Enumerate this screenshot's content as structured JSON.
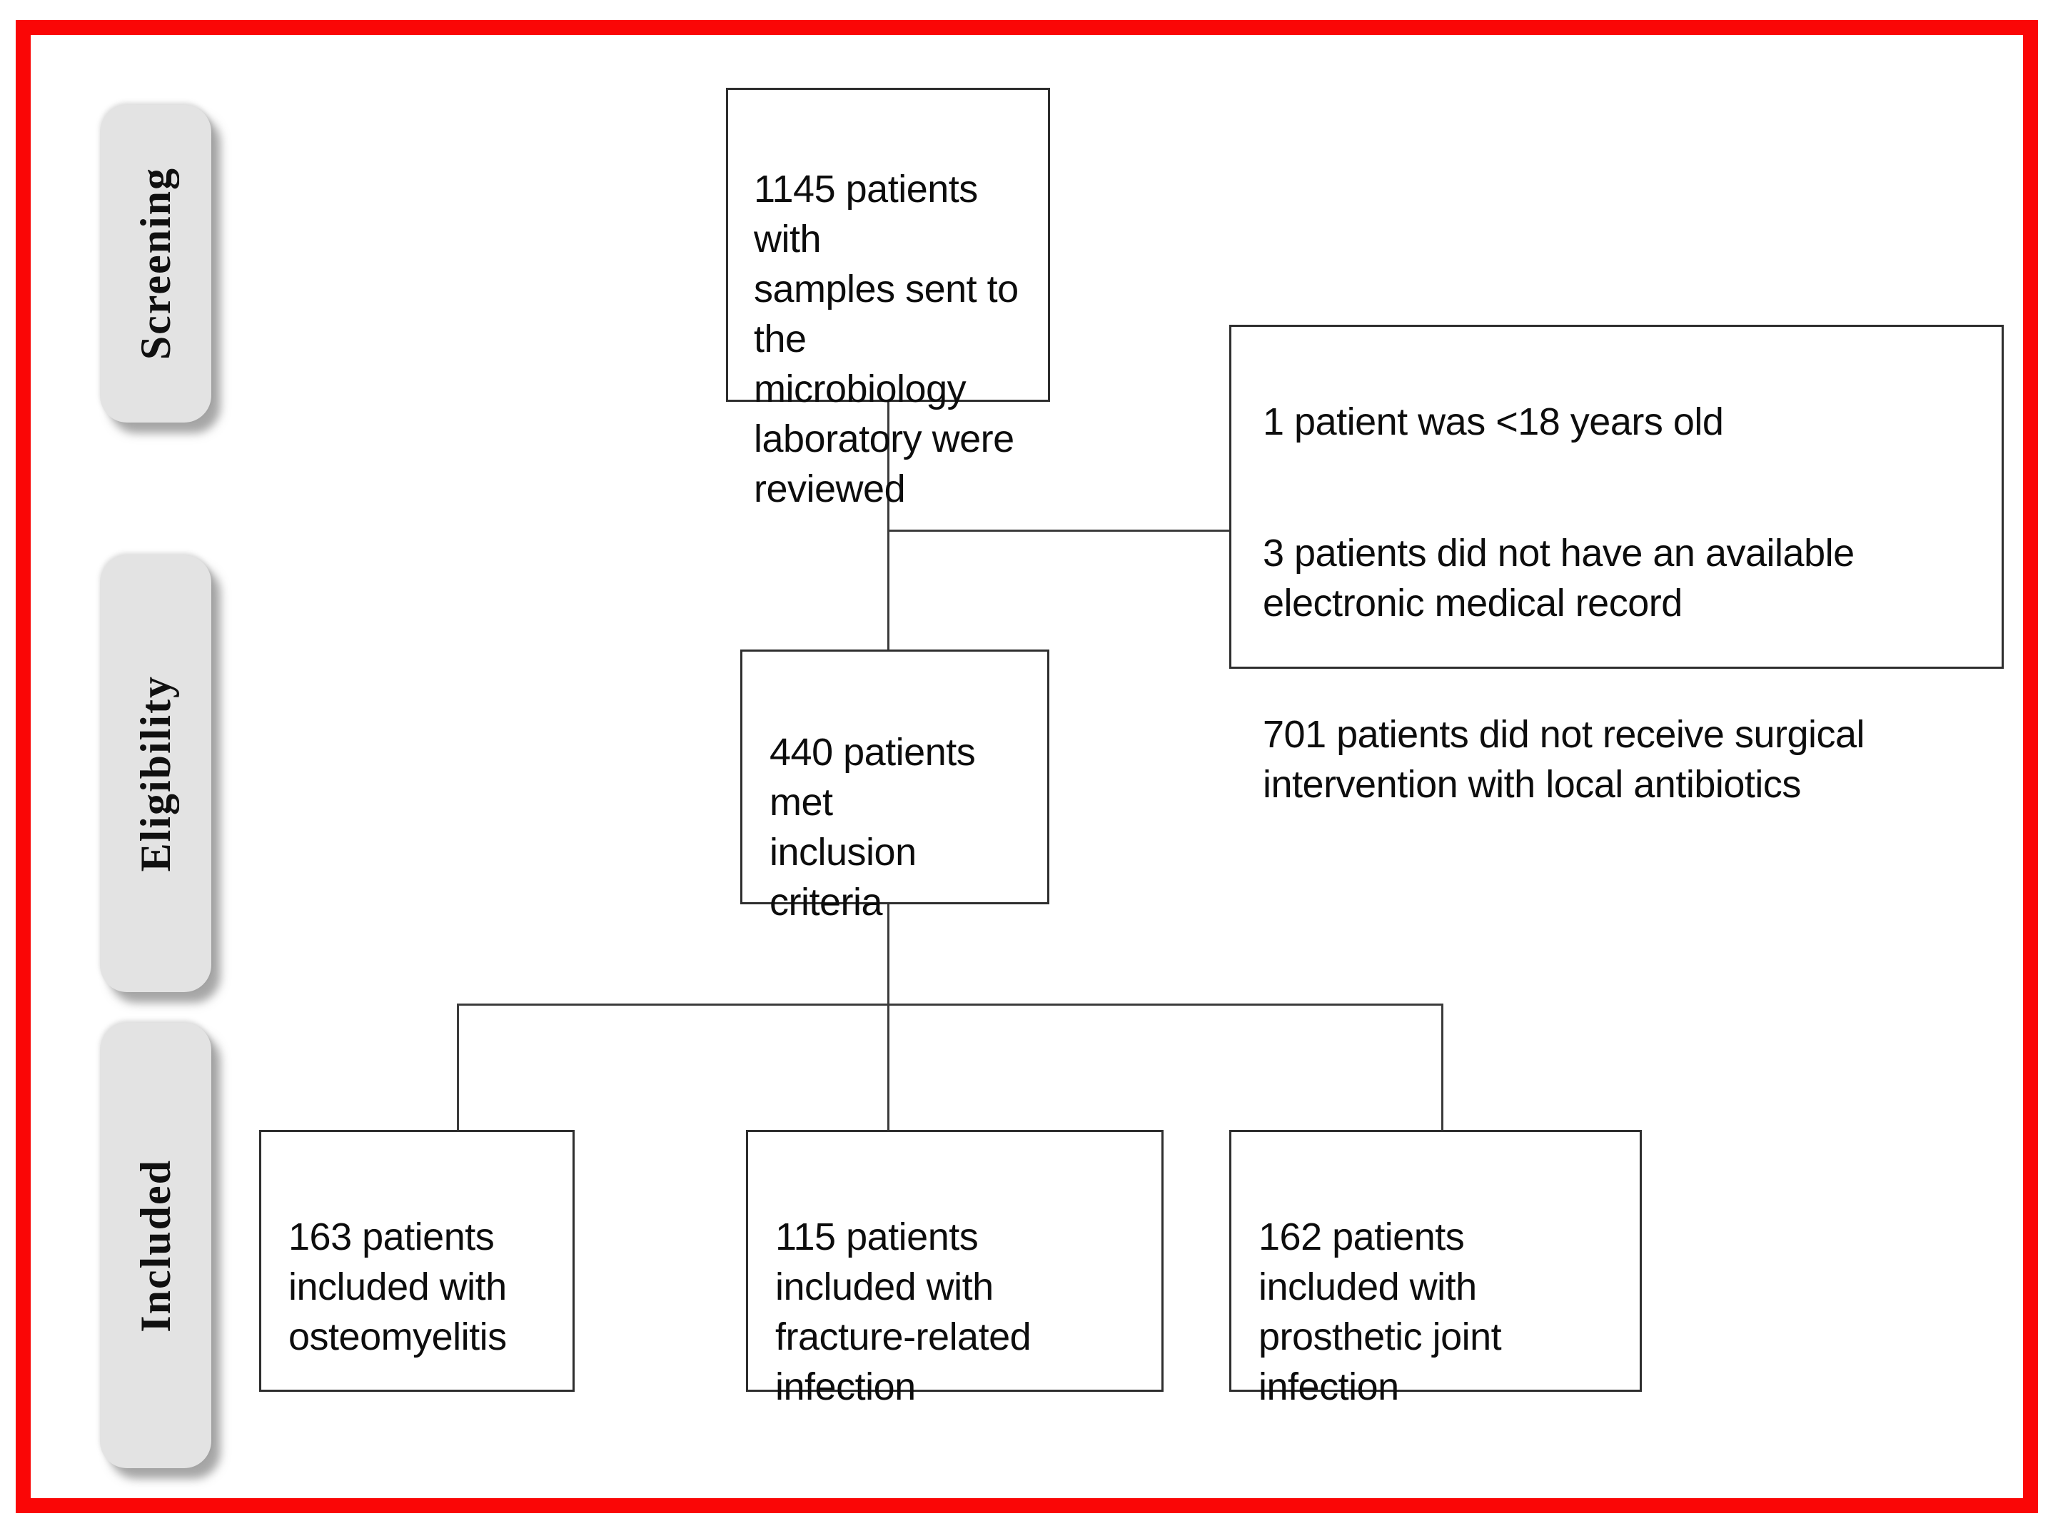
{
  "figure": {
    "type": "flow-diagram",
    "description": "Patient screening, eligibility and inclusion flowchart"
  },
  "colors": {
    "frame-red": "#fa0606",
    "stage-gray": "#e3e3e3",
    "line": "#3b3b3b",
    "box-border": "#2e2e2e",
    "text": "#0d0d0d"
  },
  "stages": [
    {
      "label": "Screening"
    },
    {
      "label": "Eligibility"
    },
    {
      "label": "Included"
    }
  ],
  "boxes": {
    "screened": "1145 patients with\nsamples sent to\nthe microbiology\nlaboratory were\nreviewed",
    "excluded": [
      "1 patient was <18 years old",
      "3 patients did not have an available\nelectronic medical record",
      "701 patients did not receive surgical\nintervention with local antibiotics"
    ],
    "eligible": "440 patients met\ninclusion criteria",
    "included_osteomyelitis": "163 patients\nincluded with\nosteomyelitis",
    "included_fracture": "115 patients\nincluded with\nfracture-related\ninfection",
    "included_prosthetic": "162 patients\nincluded with\nprosthetic joint\ninfection"
  }
}
